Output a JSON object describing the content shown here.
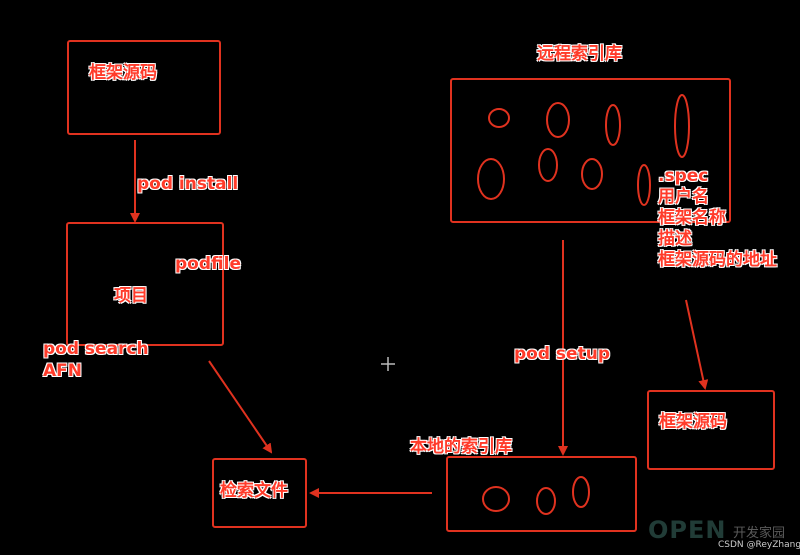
{
  "nodes": {
    "framework_source_top": "框架源码",
    "project": "项目",
    "podfile": "podfile",
    "search_file": "检索文件",
    "remote_index": "远程索引库",
    "local_index": "本地的索引库",
    "framework_source_right": "框架源码"
  },
  "edges": {
    "pod_install": "pod install",
    "pod_search": "pod search",
    "afn": "AFN",
    "pod_setup": "pod setup"
  },
  "spec_lines": [
    ".spec",
    "用户名",
    "框架名称",
    "描述",
    "框架源码的地址"
  ],
  "watermark": {
    "open": "OPEN",
    "site": "开发家园",
    "credit": "CSDN @ReyZhang"
  },
  "colors": {
    "accent": "#ff3b2a",
    "background": "#000000"
  }
}
